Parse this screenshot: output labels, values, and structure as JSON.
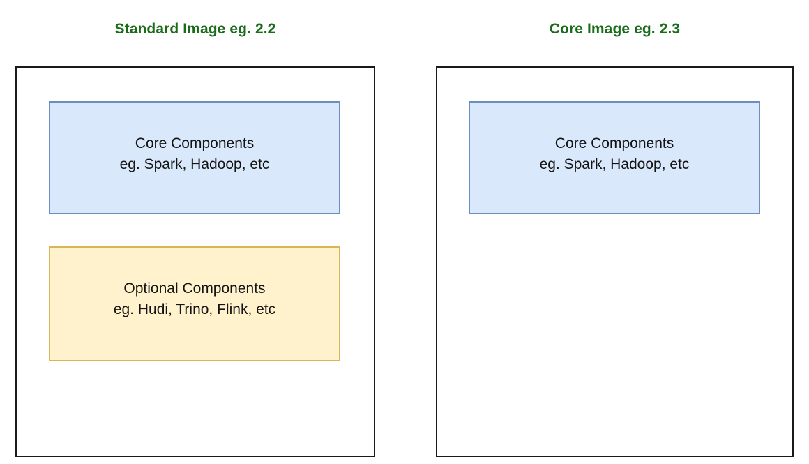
{
  "diagram": {
    "type": "block-diagram",
    "background_color": "#ffffff",
    "title_color": "#1a6b1a",
    "panels": [
      {
        "id": "standard-image",
        "title": "Standard Image eg. 2.2",
        "container": {
          "border_color": "#1a1a1a",
          "fill_color": "#ffffff"
        },
        "boxes": [
          {
            "id": "core-components",
            "kind": "core",
            "fill_color": "#dae8fc",
            "border_color": "#6c8ebf",
            "lines": [
              "Core Components",
              "eg. Spark, Hadoop, etc"
            ]
          },
          {
            "id": "optional-components",
            "kind": "optional",
            "fill_color": "#fff2cc",
            "border_color": "#d6b656",
            "lines": [
              "Optional Components",
              "eg. Hudi, Trino, Flink, etc"
            ]
          }
        ]
      },
      {
        "id": "core-image",
        "title": "Core Image eg. 2.3",
        "container": {
          "border_color": "#1a1a1a",
          "fill_color": "#ffffff"
        },
        "boxes": [
          {
            "id": "core-components",
            "kind": "core",
            "fill_color": "#dae8fc",
            "border_color": "#6c8ebf",
            "lines": [
              "Core Components",
              "eg. Spark, Hadoop, etc"
            ]
          }
        ]
      }
    ]
  }
}
